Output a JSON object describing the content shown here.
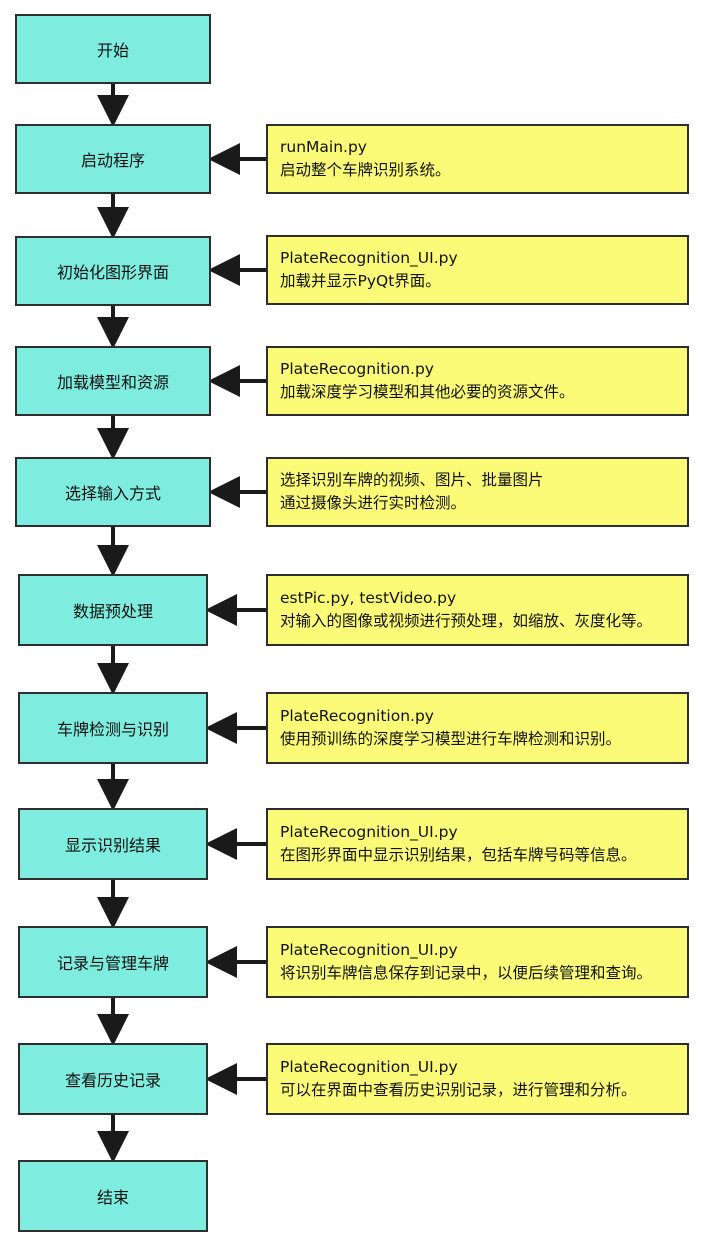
{
  "colors": {
    "step_fill": "#7fece0",
    "note_fill": "#fbfb78",
    "stroke": "#2e2e2e"
  },
  "steps": [
    {
      "label": "开始"
    },
    {
      "label": "启动程序"
    },
    {
      "label": "初始化图形界面"
    },
    {
      "label": "加载模型和资源"
    },
    {
      "label": "选择输入方式"
    },
    {
      "label": "数据预处理"
    },
    {
      "label": "车牌检测与识别"
    },
    {
      "label": "显示识别结果"
    },
    {
      "label": "记录与管理车牌"
    },
    {
      "label": "查看历史记录"
    },
    {
      "label": "结束"
    }
  ],
  "notes": [
    {
      "line1": "runMain.py",
      "line2": "启动整个车牌识别系统。"
    },
    {
      "line1": "PlateRecognition_UI.py",
      "line2": "加载并显示PyQt界面。"
    },
    {
      "line1": "PlateRecognition.py",
      "line2": "加载深度学习模型和其他必要的资源文件。"
    },
    {
      "line1": "选择识别车牌的视频、图片、批量图片",
      "line2": "通过摄像头进行实时检测。"
    },
    {
      "line1": "estPic.py, testVideo.py",
      "line2": "对输入的图像或视频进行预处理，如缩放、灰度化等。"
    },
    {
      "line1": "PlateRecognition.py",
      "line2": "使用预训练的深度学习模型进行车牌检测和识别。"
    },
    {
      "line1": "PlateRecognition_UI.py",
      "line2": "在图形界面中显示识别结果，包括车牌号码等信息。"
    },
    {
      "line1": "PlateRecognition_UI.py",
      "line2": "将识别车牌信息保存到记录中，以便后续管理和查询。"
    },
    {
      "line1": "PlateRecognition_UI.py",
      "line2": "可以在界面中查看历史识别记录，进行管理和分析。"
    }
  ]
}
